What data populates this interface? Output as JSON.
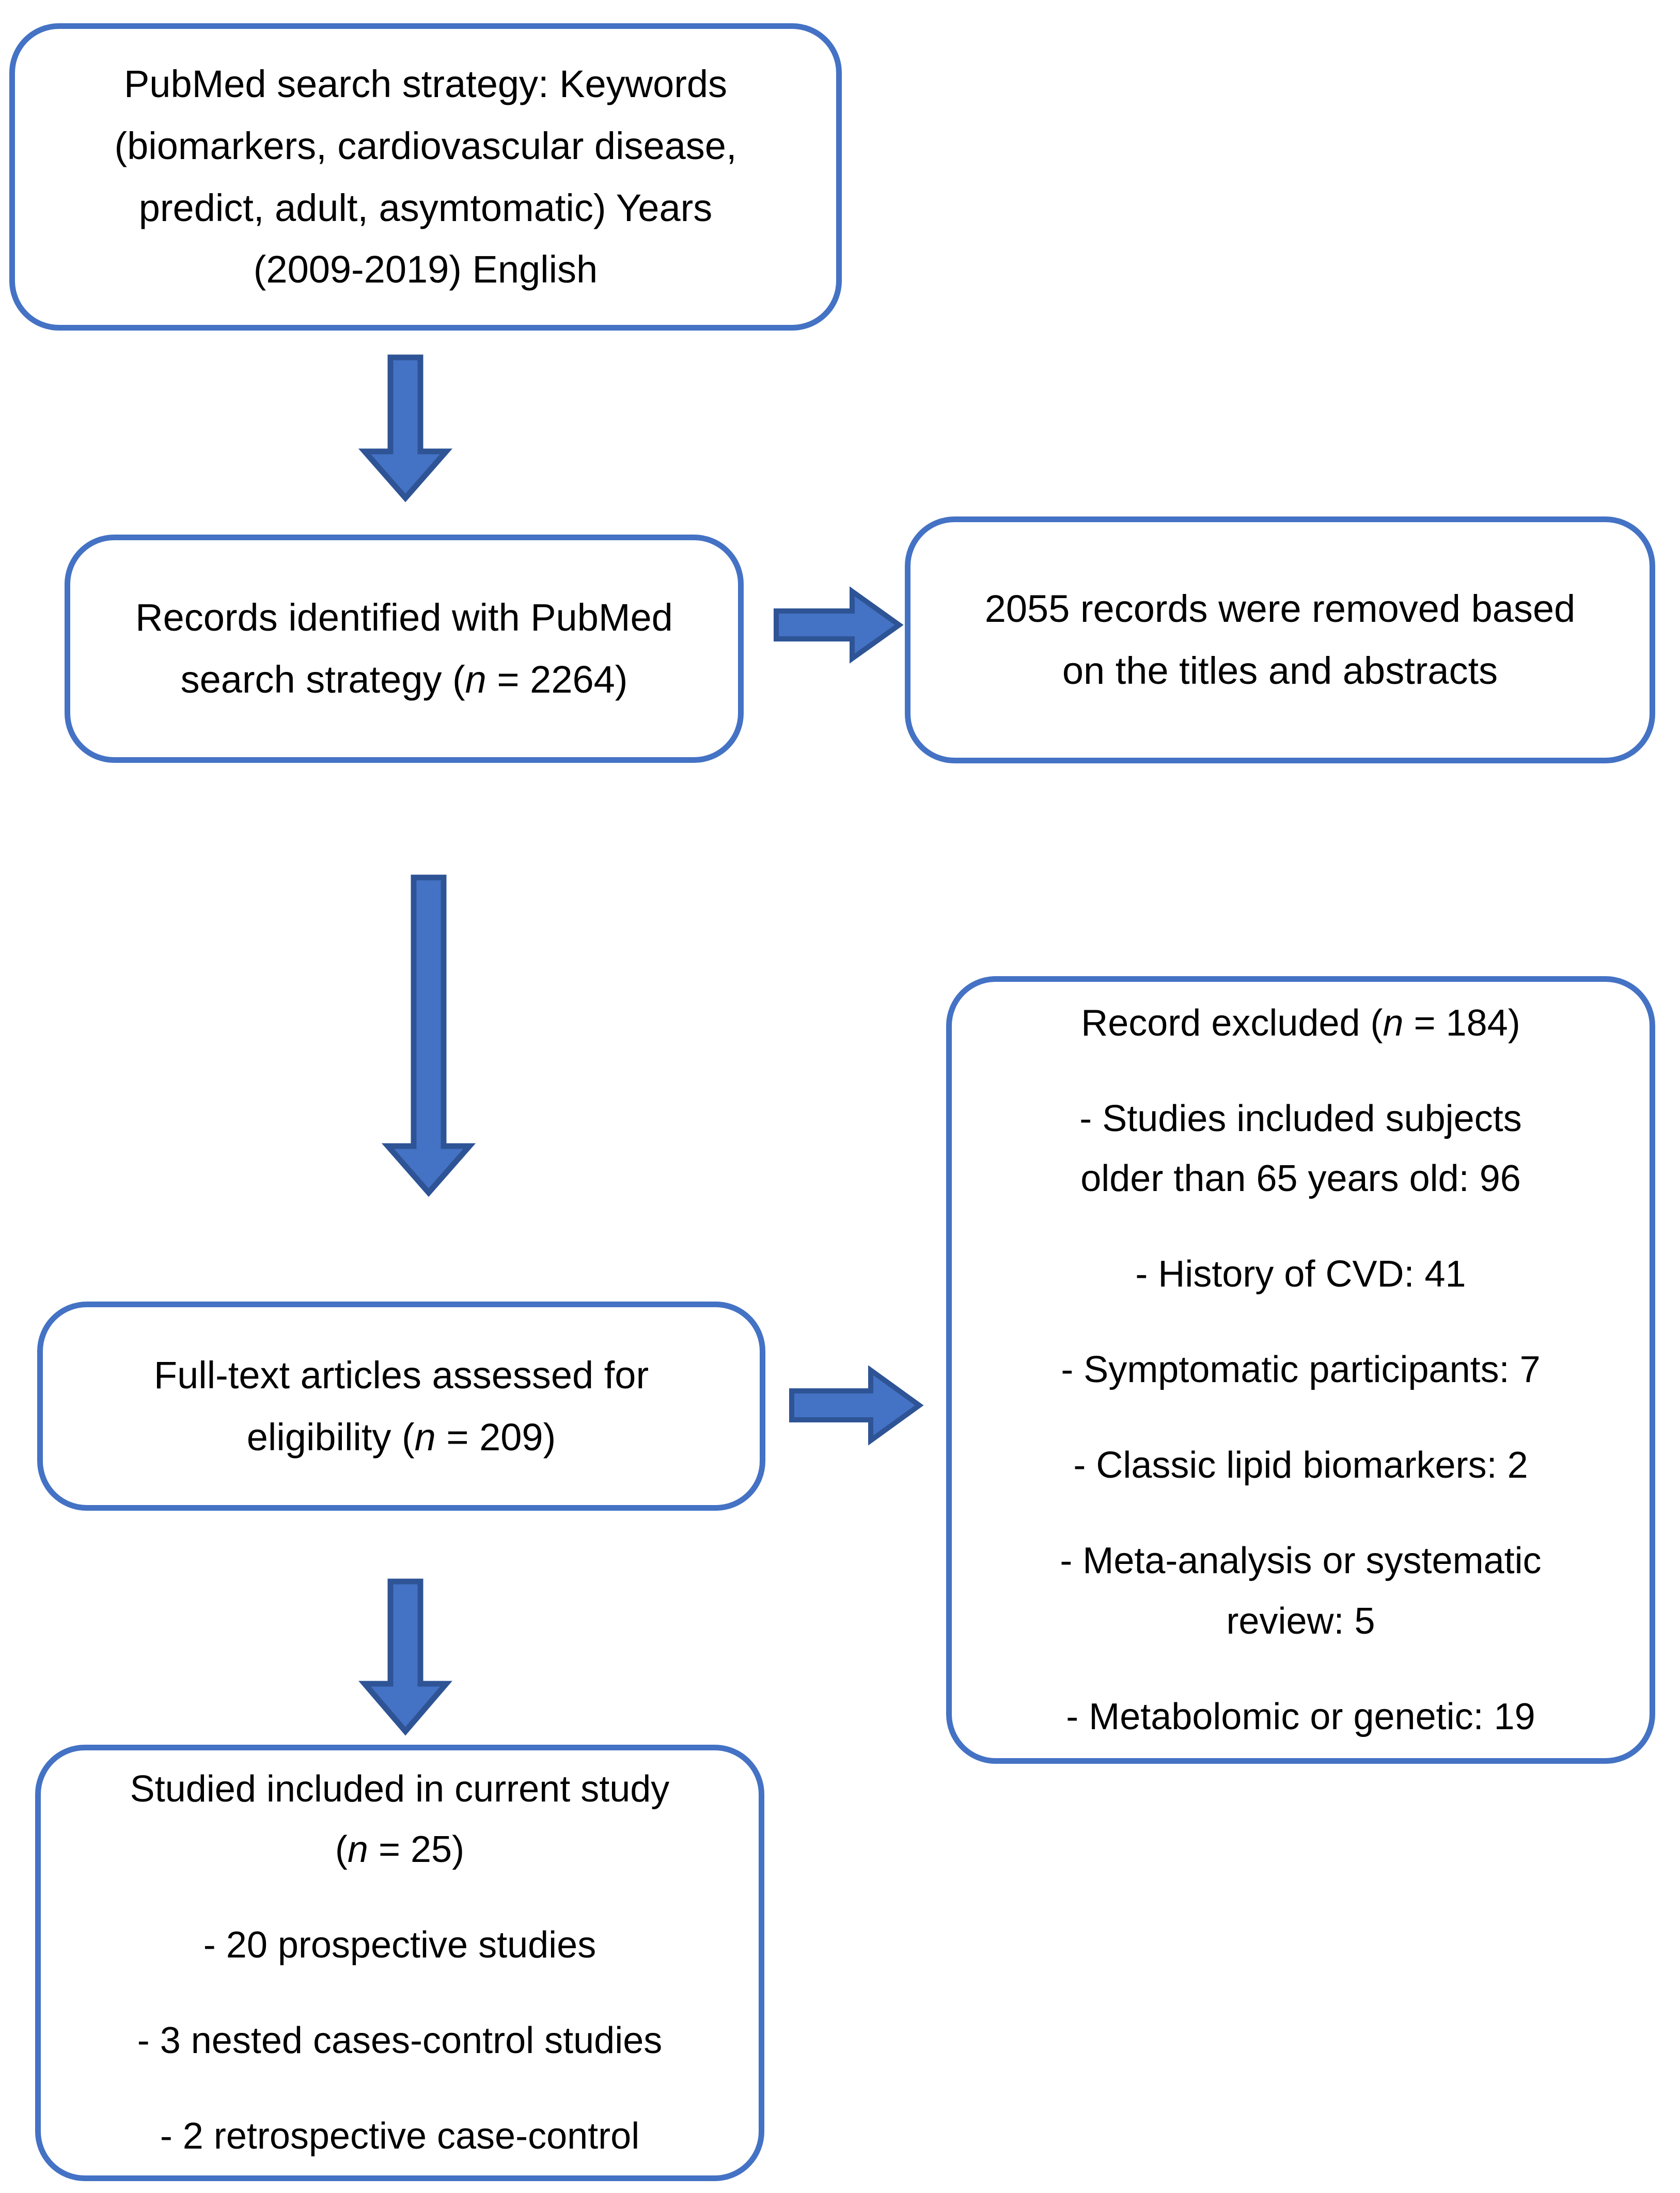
{
  "diagram": {
    "title": "PRISMA study selection flow diagram",
    "colors": {
      "box_border": "#4472C4",
      "arrow_fill": "#4472C4",
      "arrow_stroke": "#2E5496",
      "text": "#000000",
      "background": "#FFFFFF"
    },
    "nodes": [
      {
        "id": "search-strategy",
        "name": "search-strategy-box",
        "lines": [
          "PubMed search strategy: Keywords",
          "(biomarkers, cardiovascular disease,",
          "predict, adult, asymtomatic) Years",
          "(2009-2019) English"
        ]
      },
      {
        "id": "records-identified",
        "name": "records-identified-box",
        "lines": [
          "Records identified with PubMed",
          "search strategy (n = 2264)"
        ],
        "italic_token": "n"
      },
      {
        "id": "records-removed",
        "name": "records-removed-box",
        "lines": [
          "2055 records were removed based",
          "on the titles and abstracts"
        ]
      },
      {
        "id": "fulltext-assessed",
        "name": "fulltext-assessed-box",
        "lines": [
          "Full-text articles assessed for",
          "eligibility (n = 209)"
        ],
        "italic_token": "n"
      },
      {
        "id": "records-excluded",
        "name": "records-excluded-box",
        "heading": "Record excluded (n = 184)",
        "items": [
          "- Studies included subjects older than 65 years old: 96",
          "- History of CVD: 41",
          "- Symptomatic participants: 7",
          "- Classic lipid biomarkers: 2",
          "- Meta-analysis or systematic review: 5",
          "- Metabolomic or genetic: 19"
        ],
        "items_wrapped": [
          [
            "- Studies included subjects",
            "older than 65 years old: 96"
          ],
          [
            "- History of CVD: 41"
          ],
          [
            "- Symptomatic participants: 7"
          ],
          [
            "- Classic lipid biomarkers: 2"
          ],
          [
            "- Meta-analysis or systematic",
            "review: 5"
          ],
          [
            "- Metabolomic or genetic: 19"
          ]
        ]
      },
      {
        "id": "studies-included",
        "name": "studies-included-box",
        "heading_lines": [
          "Studied included in current study",
          "(n = 25)"
        ],
        "items": [
          "- 20 prospective studies",
          "- 3 nested cases-control studies",
          "- 2 retrospective case-control"
        ]
      }
    ],
    "arrows": [
      {
        "id": "arrow-search-to-records",
        "direction": "down"
      },
      {
        "id": "arrow-records-to-removed",
        "direction": "right"
      },
      {
        "id": "arrow-records-to-fulltext",
        "direction": "down"
      },
      {
        "id": "arrow-fulltext-to-excluded",
        "direction": "right"
      },
      {
        "id": "arrow-fulltext-to-included",
        "direction": "down"
      }
    ],
    "text": {
      "box1_l1": "PubMed search strategy: Keywords",
      "box1_l2": "(biomarkers, cardiovascular disease,",
      "box1_l3": "predict, adult, asymtomatic) Years",
      "box1_l4": "(2009-2019) English",
      "box2_l1": "Records identified with PubMed",
      "box2_l2_a": "search strategy (",
      "box2_l2_n": "n",
      "box2_l2_b": " = 2264)",
      "box3_l1": "2055 records were removed based",
      "box3_l2": "on the titles and abstracts",
      "box4_l1": "Full-text articles assessed for",
      "box4_l2_a": "eligibility (",
      "box4_l2_n": "n",
      "box4_l2_b": " = 209)",
      "box5_h_a": "Record excluded (",
      "box5_h_n": "n",
      "box5_h_b": " = 184)",
      "box5_i1_l1": "- Studies included subjects",
      "box5_i1_l2": "older than 65 years old: 96",
      "box5_i2": "- History of CVD: 41",
      "box5_i3": "- Symptomatic participants: 7",
      "box5_i4": "- Classic lipid biomarkers: 2",
      "box5_i5_l1": "- Meta-analysis or systematic",
      "box5_i5_l2": "review: 5",
      "box5_i6": "- Metabolomic or genetic: 19",
      "box6_h1": "Studied included in current study",
      "box6_h2_a": "(",
      "box6_h2_n": "n",
      "box6_h2_b": " = 25)",
      "box6_i1": "- 20 prospective studies",
      "box6_i2": "- 3 nested cases-control studies",
      "box6_i3": "- 2 retrospective case-control"
    }
  }
}
